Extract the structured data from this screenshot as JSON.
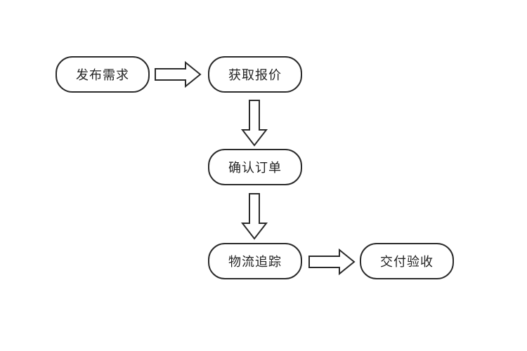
{
  "flowchart": {
    "nodes": [
      {
        "id": "publish",
        "label": "发布需求"
      },
      {
        "id": "quote",
        "label": "获取报价"
      },
      {
        "id": "confirm",
        "label": "确认订单"
      },
      {
        "id": "track",
        "label": "物流追踪"
      },
      {
        "id": "deliver",
        "label": "交付验收"
      }
    ],
    "edges": [
      {
        "from": "publish",
        "to": "quote"
      },
      {
        "from": "quote",
        "to": "confirm"
      },
      {
        "from": "confirm",
        "to": "track"
      },
      {
        "from": "track",
        "to": "deliver"
      }
    ]
  }
}
